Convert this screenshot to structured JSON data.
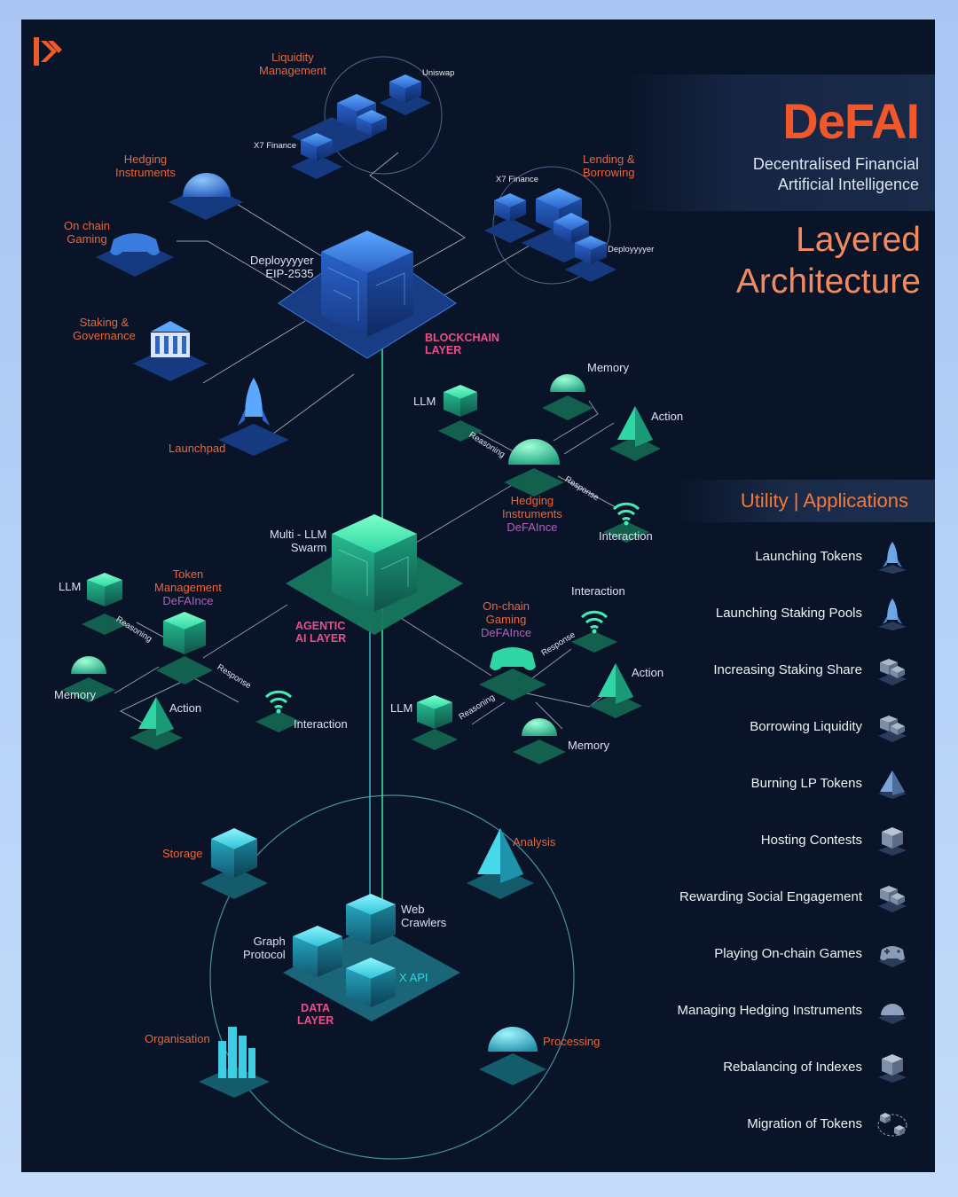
{
  "header": {
    "title": "DeFAI",
    "subtitle_line1": "Decentralised Financial",
    "subtitle_line2": "Artificial Intelligence",
    "heading_line1": "Layered",
    "heading_line2": "Architecture"
  },
  "colors": {
    "background": "#0a1429",
    "accent_orange": "#f0572a",
    "layer_pink": "#ea4f88",
    "teal": "#2fd6a4",
    "blue": "#2f6fd0"
  },
  "blockchain": {
    "layer_label_1": "BLOCKCHAIN",
    "layer_label_2": "LAYER",
    "hub_1": "Deployyyyer",
    "hub_2": "EIP-2535",
    "liquidity_1": "Liquidity",
    "liquidity_2": "Management",
    "uniswap": "Uniswap",
    "x7_1": "X7 Finance",
    "hedging_1": "Hedging",
    "hedging_2": "Instruments",
    "onchain_1": "On chain",
    "onchain_2": "Gaming",
    "staking_1": "Staking &",
    "staking_2": "Governance",
    "launchpad": "Launchpad",
    "lending_1": "Lending &",
    "lending_2": "Borrowing",
    "x7_2": "X7 Finance",
    "deployyyyer": "Deployyyyer"
  },
  "hedging_agent": {
    "llm": "LLM",
    "memory": "Memory",
    "action": "Action",
    "interaction": "Interaction",
    "reasoning": "Reasoning",
    "response": "Response",
    "name_1": "Hedging",
    "name_2": "Instruments",
    "name_3": "DeFAInce"
  },
  "agentic": {
    "layer_label_1": "AGENTIC",
    "layer_label_2": "AI LAYER",
    "swarm_1": "Multi - LLM",
    "swarm_2": "Swarm"
  },
  "token_agent": {
    "llm": "LLM",
    "name_1": "Token",
    "name_2": "Management",
    "name_3": "DeFAInce",
    "reasoning": "Reasoning",
    "response": "Response",
    "memory": "Memory",
    "action": "Action",
    "interaction": "Interaction"
  },
  "gaming_agent": {
    "name_1": "On-chain",
    "name_2": "Gaming",
    "name_3": "DeFAInce",
    "interaction": "Interaction",
    "response": "Response",
    "action": "Action",
    "llm": "LLM",
    "reasoning": "Reasoning",
    "memory": "Memory"
  },
  "data_layer": {
    "layer_label_1": "DATA",
    "layer_label_2": "LAYER",
    "storage": "Storage",
    "analysis": "Analysis",
    "web_1": "Web",
    "web_2": "Crawlers",
    "graph_1": "Graph",
    "graph_2": "Protocol",
    "xapi": "X API",
    "organisation": "Organisation",
    "processing": "Processing"
  },
  "applications": {
    "title": "Utility | Applications",
    "items": [
      {
        "label": "Launching Tokens",
        "icon": "rocket-icon"
      },
      {
        "label": "Launching Staking Pools",
        "icon": "rocket-icon"
      },
      {
        "label": "Increasing Staking Share",
        "icon": "stacked-blocks-icon"
      },
      {
        "label": "Borrowing Liquidity",
        "icon": "stacked-blocks-icon"
      },
      {
        "label": "Burning LP Tokens",
        "icon": "pyramid-icon"
      },
      {
        "label": "Hosting Contests",
        "icon": "cube-icon"
      },
      {
        "label": "Rewarding Social Engagement",
        "icon": "stacked-blocks-icon"
      },
      {
        "label": "Playing On-chain Games",
        "icon": "gamepad-icon"
      },
      {
        "label": "Managing Hedging Instruments",
        "icon": "dome-icon"
      },
      {
        "label": "Rebalancing of Indexes",
        "icon": "cube-icon"
      },
      {
        "label": "Migration of Tokens",
        "icon": "migration-icon"
      }
    ]
  }
}
